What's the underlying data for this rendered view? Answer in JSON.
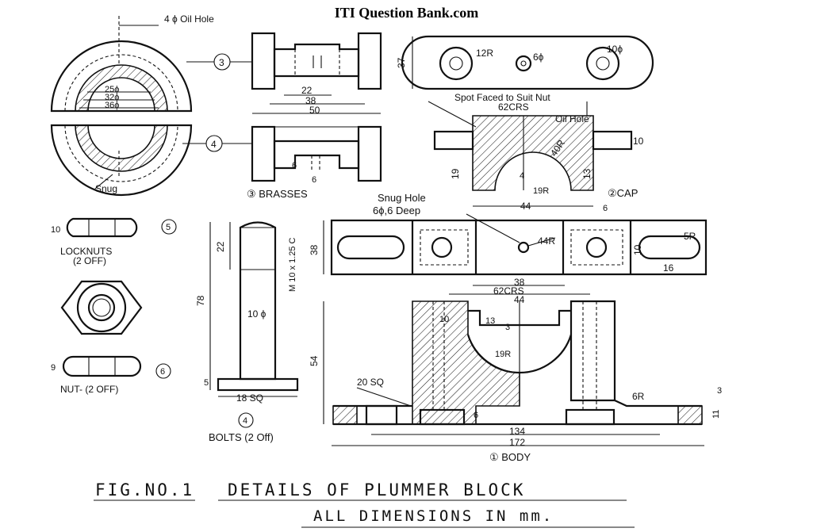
{
  "site_title": "ITI Question Bank.com",
  "labels": {
    "oil_hole": "4 ϕ Oil Hole",
    "snug": "Snug",
    "brasses": "③ BRASSES",
    "cap": "②CAP",
    "spot_faced": "Spot Faced to Suit Nut",
    "cap_crs": "62CRS",
    "cap_oil_hole": "Oil Hole",
    "snug_hole": "Snug Hole",
    "snug_hole_depth": "6ϕ,6  Deep",
    "lock_nuts": "LOCKNUTS",
    "lock_nuts_qty": "(2 OFF)",
    "nut": "NUT- (2 OFF)",
    "bolts": "BOLTS (2 Off)",
    "body": "① BODY",
    "thread": "M 10 x 1.25 C",
    "square": "20 SQ",
    "bolt_head": "18 SQ"
  },
  "callouts": {
    "c3": "3",
    "c4": "4",
    "c5": "5",
    "c6": "6",
    "c4b": "4"
  },
  "dims": {
    "d25": "25ϕ",
    "d32": "32ϕ",
    "d36": "36ϕ",
    "b22": "22",
    "b38": "38",
    "b50": "50",
    "b6": "6",
    "b6b": "6",
    "cap37": "37",
    "cap12r": "12R",
    "cap6": "6ϕ",
    "cap10": "10ϕ",
    "cap10b": "10",
    "cap19": "19",
    "cap40r": "40R",
    "cap4": "4",
    "cap19r": "19R",
    "cap13": "13",
    "cap44": "44",
    "cap6b": "6",
    "top38": "38",
    "top44r": "44R",
    "top5r": "5R",
    "top10": "10",
    "top16": "16",
    "body38": "38",
    "body62": "62CRS",
    "body44": "44",
    "body10": "10",
    "body13": "13",
    "body3": "3",
    "body19r": "19R",
    "body54": "54",
    "body6": "6",
    "body6r": "6R",
    "body3b": "3",
    "body11": "11",
    "body134": "134",
    "body172": "172",
    "nut10": "10",
    "nut9": "9",
    "bolt22": "22",
    "bolt78": "78",
    "bolt10": "10 ϕ",
    "bolt5": "5"
  },
  "footer": {
    "fig_no": "FIG.NO.1",
    "title": "DETAILS OF PLUMMER BLOCK",
    "subtitle": "ALL DIMENSIONS IN mm."
  }
}
